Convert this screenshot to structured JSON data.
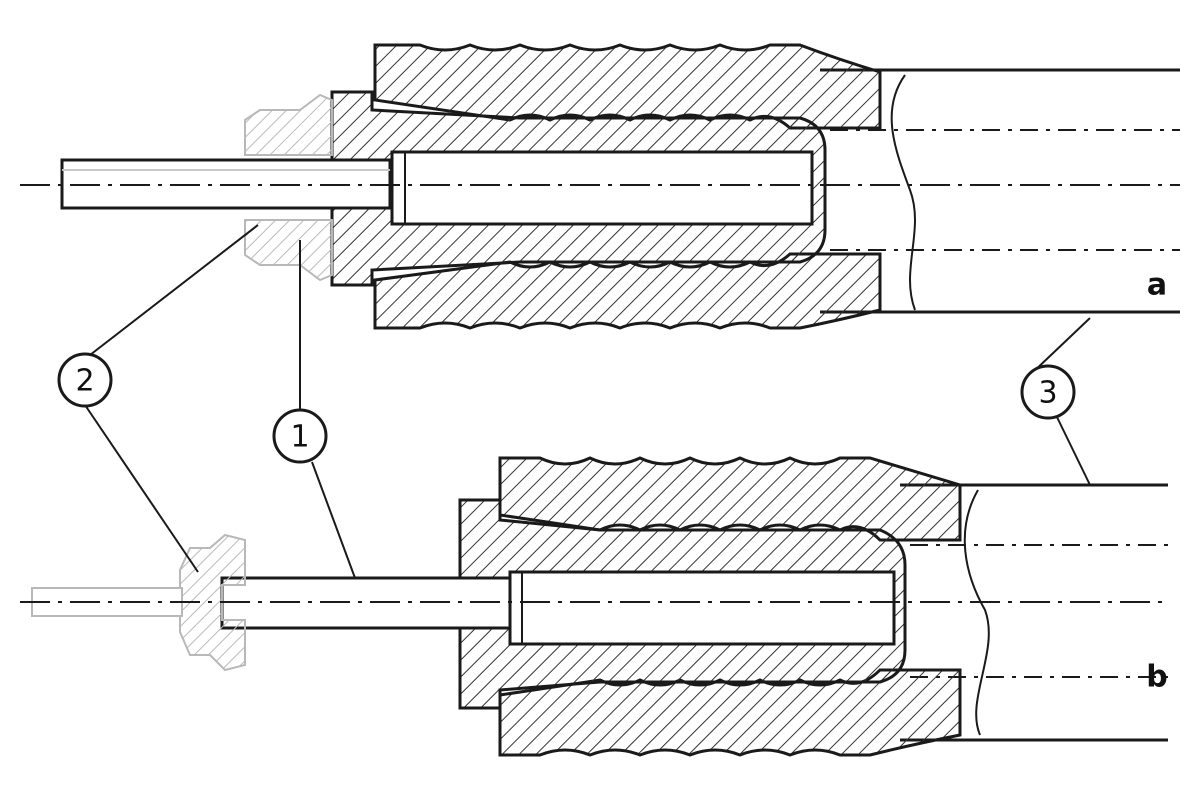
{
  "diagram": {
    "callouts": [
      "2",
      "1",
      "3"
    ],
    "view_labels": [
      "a",
      "b"
    ],
    "colors": {
      "line": "#1a1a1a",
      "hatch": "#333333",
      "ghost": "#b8b8b8",
      "background": "#ffffff"
    }
  }
}
